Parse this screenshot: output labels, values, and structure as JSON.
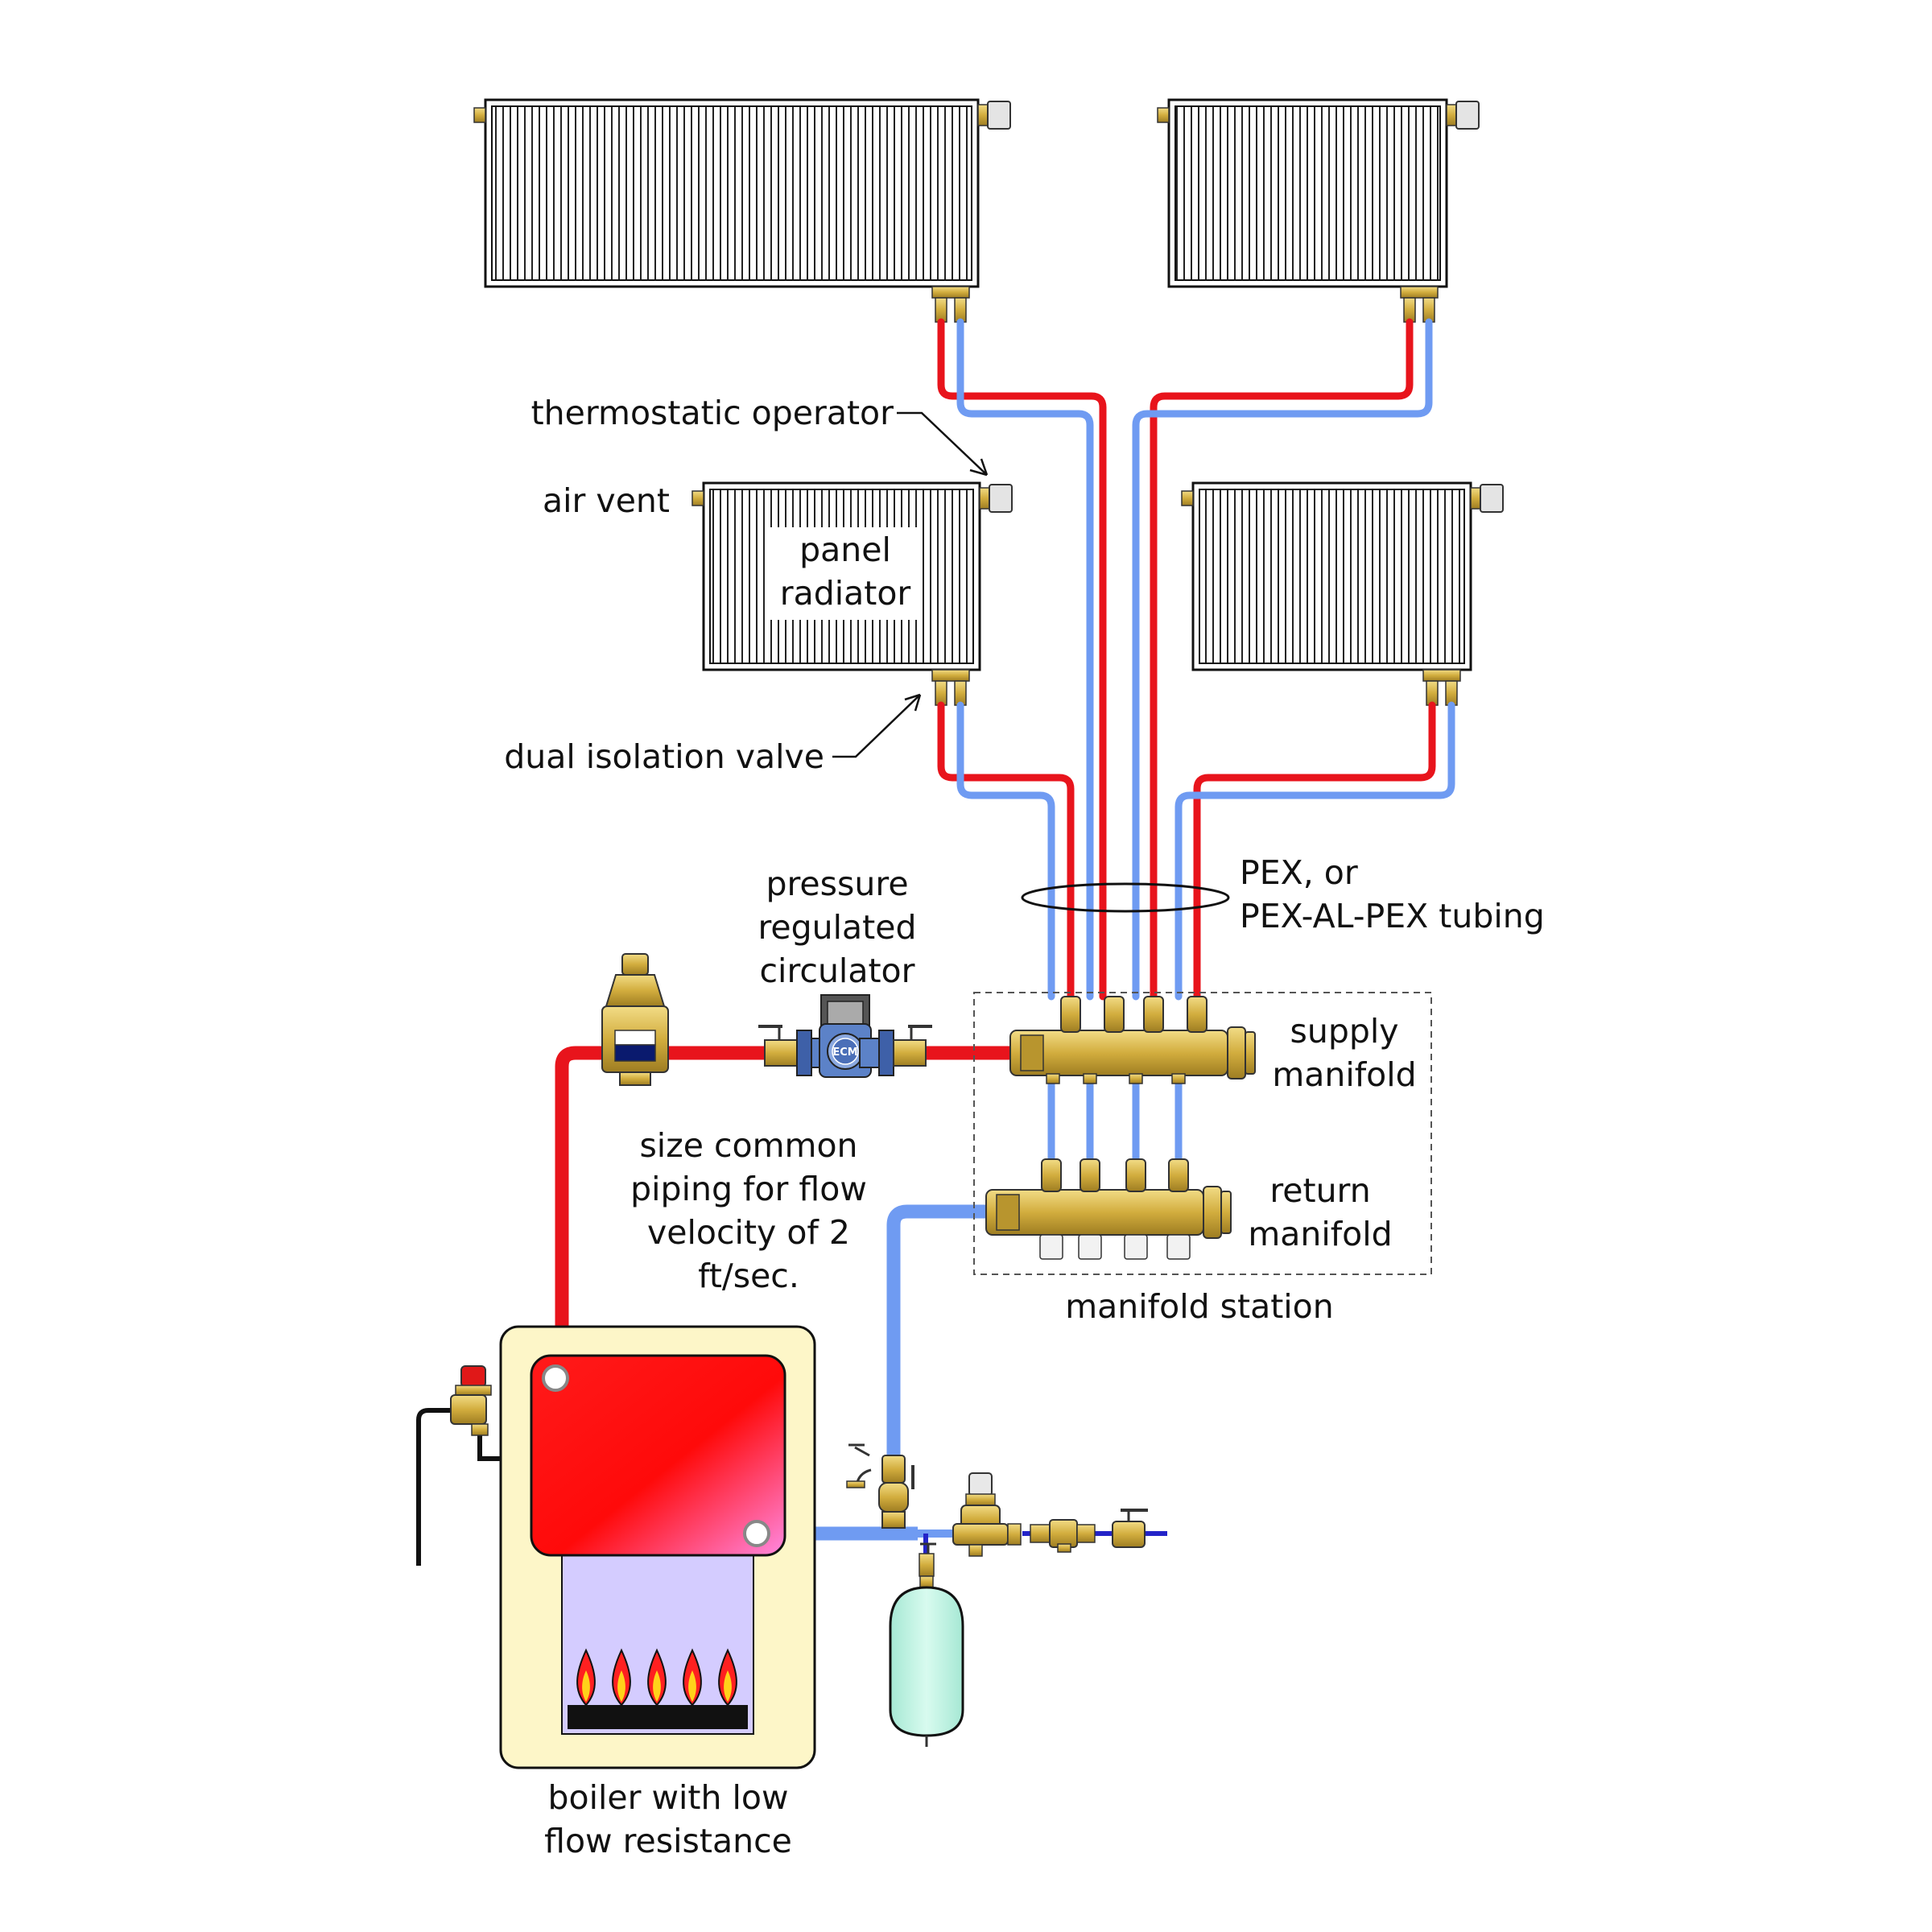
{
  "labels": {
    "thermostatic_operator": "thermostatic operator",
    "air_vent": "air vent",
    "panel_radiator_1": "panel",
    "panel_radiator_2": "radiator",
    "dual_isolation_valve": "dual isolation valve",
    "pressure_1": "pressure",
    "pressure_2": "regulated",
    "pressure_3": "circulator",
    "pex_1": "PEX, or",
    "pex_2": "PEX-AL-PEX tubing",
    "supply_1": "supply",
    "supply_2": "manifold",
    "return_1": "return",
    "return_2": "manifold",
    "manifold_station": "manifold station",
    "size_1": "size common",
    "size_2": "piping for flow",
    "size_3": "velocity of 2",
    "size_4": "ft/sec.",
    "boiler_1": "boiler with low",
    "boiler_2": "flow resistance",
    "ecm": "ECM"
  },
  "colors": {
    "supply_pipe": "#e8141c",
    "return_pipe": "#6f9bf2",
    "brass": "#d8b84a",
    "boiler_cabinet": "#fdf6c8",
    "boiler_hot": "#ff1a1a",
    "combustion_chamber": "#d4ccff",
    "expansion_tank": "#b8f2e0",
    "circulator": "#5c82c8"
  }
}
